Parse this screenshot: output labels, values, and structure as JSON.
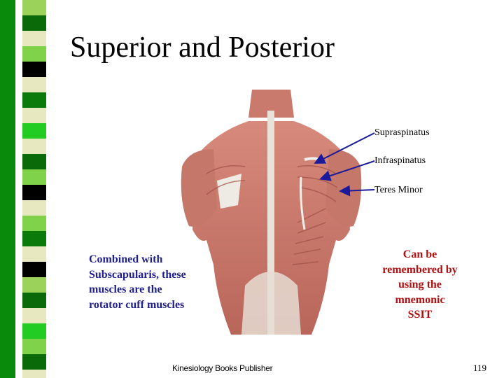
{
  "slide": {
    "title": "Superior and Posterior",
    "labels": {
      "supraspinatus": "Supraspinatus",
      "infraspinatus": "Infraspinatus",
      "teres_minor": "Teres Minor"
    },
    "note_left": "Combined with Subscapularis, these muscles are the rotator cuff muscles",
    "note_right": "Can be remembered by using the mnemonic SSIT",
    "footer": "Kinesiology Books Publisher",
    "page_number": "119"
  },
  "colors": {
    "stripe_dark": "#0a7a0a",
    "stripe_light": "#e8e8c0",
    "stripe_black": "#000000",
    "arrow": "#1a1a9a",
    "note_left": "#1f1f8f",
    "note_right": "#b01010",
    "muscle": "#c9776a"
  }
}
